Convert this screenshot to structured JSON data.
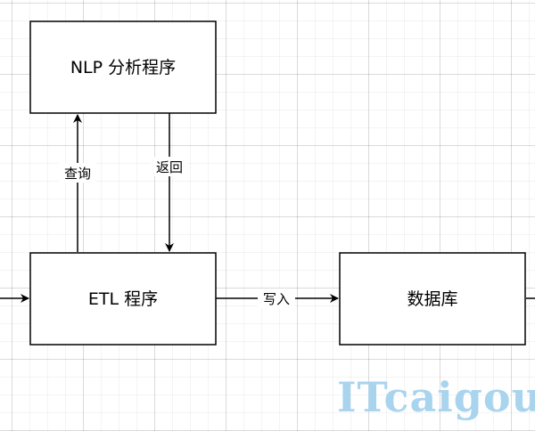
{
  "diagram": {
    "nodes": {
      "nlp": {
        "label": "NLP 分析程序"
      },
      "etl": {
        "label": "ETL 程序"
      },
      "db": {
        "label": "数据库"
      }
    },
    "edges": {
      "query": {
        "label": "查询"
      },
      "return": {
        "label": "返回"
      },
      "write": {
        "label": "写入"
      }
    },
    "colors": {
      "stroke": "#000000",
      "fill": "#ffffff",
      "grid": "#e6e6e6",
      "watermark": "#a9d4ee"
    }
  },
  "watermark": {
    "text": "ITcaigou"
  }
}
